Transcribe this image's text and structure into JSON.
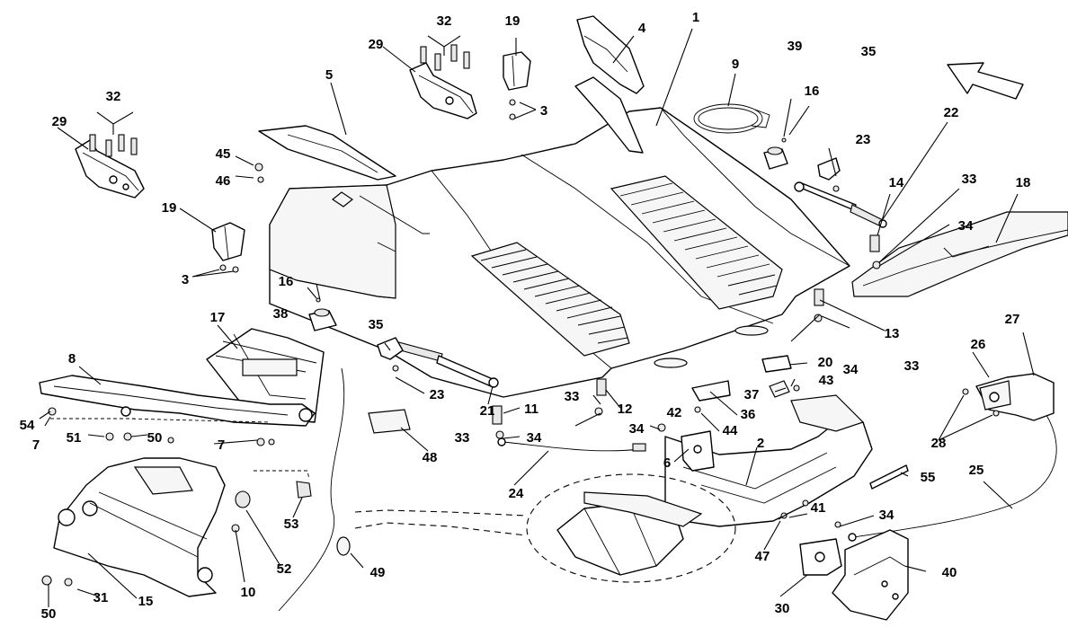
{
  "callouts": [
    {
      "n": "1"
    },
    {
      "n": "2"
    },
    {
      "n": "3"
    },
    {
      "n": "3"
    },
    {
      "n": "4"
    },
    {
      "n": "5"
    },
    {
      "n": "6"
    },
    {
      "n": "7"
    },
    {
      "n": "7"
    },
    {
      "n": "8"
    },
    {
      "n": "9"
    },
    {
      "n": "10"
    },
    {
      "n": "11"
    },
    {
      "n": "12"
    },
    {
      "n": "13"
    },
    {
      "n": "14"
    },
    {
      "n": "15"
    },
    {
      "n": "16"
    },
    {
      "n": "16"
    },
    {
      "n": "17"
    },
    {
      "n": "18"
    },
    {
      "n": "19"
    },
    {
      "n": "19"
    },
    {
      "n": "20"
    },
    {
      "n": "21"
    },
    {
      "n": "22"
    },
    {
      "n": "23"
    },
    {
      "n": "23"
    },
    {
      "n": "24"
    },
    {
      "n": "25"
    },
    {
      "n": "26"
    },
    {
      "n": "27"
    },
    {
      "n": "28"
    },
    {
      "n": "29"
    },
    {
      "n": "29"
    },
    {
      "n": "30"
    },
    {
      "n": "31"
    },
    {
      "n": "32"
    },
    {
      "n": "32"
    },
    {
      "n": "33"
    },
    {
      "n": "33"
    },
    {
      "n": "33"
    },
    {
      "n": "33"
    },
    {
      "n": "34"
    },
    {
      "n": "34"
    },
    {
      "n": "34"
    },
    {
      "n": "34"
    },
    {
      "n": "34"
    },
    {
      "n": "35"
    },
    {
      "n": "35"
    },
    {
      "n": "36"
    },
    {
      "n": "37"
    },
    {
      "n": "38"
    },
    {
      "n": "39"
    },
    {
      "n": "40"
    },
    {
      "n": "41"
    },
    {
      "n": "42"
    },
    {
      "n": "43"
    },
    {
      "n": "44"
    },
    {
      "n": "45"
    },
    {
      "n": "46"
    },
    {
      "n": "47"
    },
    {
      "n": "48"
    },
    {
      "n": "49"
    },
    {
      "n": "50"
    },
    {
      "n": "50"
    },
    {
      "n": "51"
    },
    {
      "n": "52"
    },
    {
      "n": "53"
    },
    {
      "n": "54"
    },
    {
      "n": "55"
    }
  ],
  "icons": {
    "orientation": "direction-arrow-icon"
  }
}
